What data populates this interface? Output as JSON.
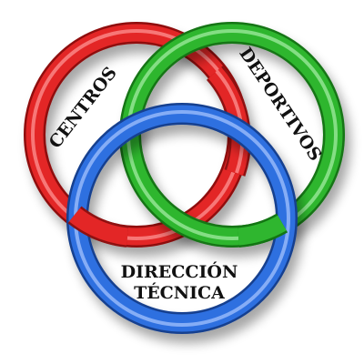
{
  "logo": {
    "ring_colors": {
      "red": "#e32626",
      "green": "#2fb62f",
      "blue": "#2f6fe0"
    },
    "labels": {
      "centros": "CENTROS",
      "deportivos": "DEPORTIVOS",
      "direccion_line1": "DIRECCIÓN",
      "direccion_line2": "TÉCNICA"
    }
  }
}
